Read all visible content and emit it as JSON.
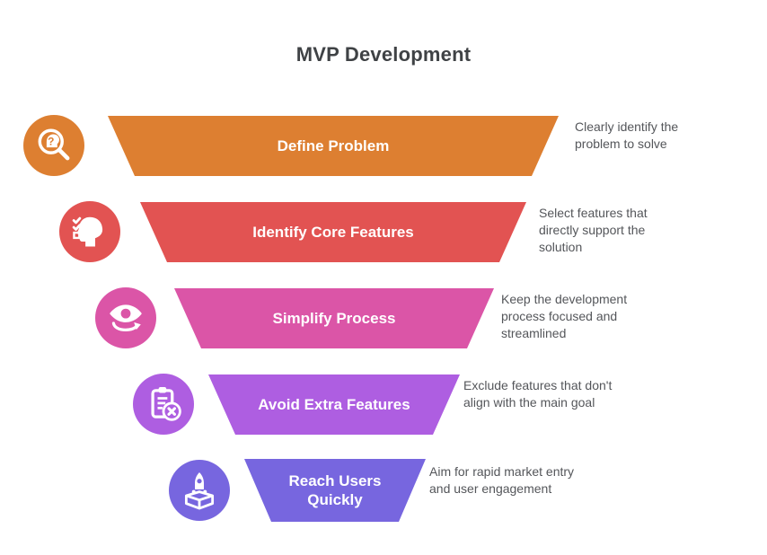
{
  "title": "MVP Development",
  "text_colors": {
    "title": "#3f4245",
    "description": "#54565a",
    "bar_label": "#ffffff"
  },
  "steps": [
    {
      "label": "Define Problem",
      "description": "Clearly identify the problem to solve",
      "color": "#DD7F31",
      "icon": "magnifier-question-head-icon"
    },
    {
      "label": "Identify Core Features",
      "description": "Select features that directly support the solution",
      "color": "#E25352",
      "icon": "head-checklist-icon"
    },
    {
      "label": "Simplify Process",
      "description": "Keep the development process focused and streamlined",
      "color": "#DB55A7",
      "icon": "eye-rotation-icon"
    },
    {
      "label": "Avoid Extra Features",
      "description": "Exclude features that don't align with the main goal",
      "color": "#AE5EE1",
      "icon": "clipboard-x-icon"
    },
    {
      "label": "Reach Users Quickly",
      "description": "Aim for rapid market entry and user engagement",
      "color": "#7766DF",
      "icon": "rocket-launch-icon"
    }
  ]
}
